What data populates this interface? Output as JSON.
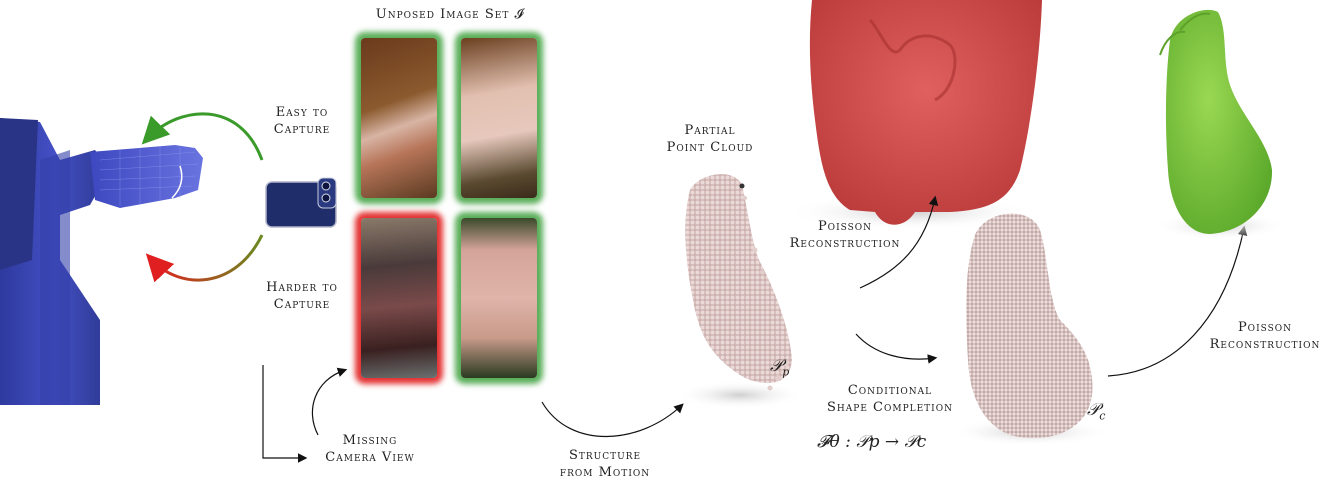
{
  "labels": {
    "image_set_title": "Unposed Image Set 𝓘",
    "easy_to_capture": [
      "Easy to",
      "Capture"
    ],
    "harder_to_capture": [
      "Harder to",
      "Capture"
    ],
    "missing_camera_view": [
      "Missing",
      "Camera View"
    ],
    "partial_point_cloud": [
      "Partial",
      "Point Cloud"
    ],
    "structure_from_motion": [
      "Structure",
      "from Motion"
    ],
    "poisson_reconstruction_top": [
      "Poisson",
      "Reconstruction"
    ],
    "conditional_shape_completion": [
      "Conditional",
      "Shape Completion"
    ],
    "poisson_reconstruction_right": [
      "Poisson",
      "Reconstruction"
    ]
  },
  "math": {
    "partial_cloud_symbol": "𝒫",
    "partial_cloud_sub": "p",
    "completed_cloud_symbol": "𝒫",
    "completed_cloud_sub": "c",
    "mapping": "𝓕θ : 𝒫p → 𝒫c"
  },
  "colors": {
    "easy_arrow": "#3a9a2a",
    "hard_arrow_start": "#e02020",
    "hard_arrow_end": "#6a8a20",
    "body_blue": "#3b46b8",
    "phone_navy": "#1f2d6b",
    "good_glow": "#3ca03c",
    "bad_glow": "#e11e1e",
    "point_cloud": "#d7bfbd",
    "red_mesh": "#d24a4a",
    "green_mesh": "#7cc23a"
  },
  "icons": [
    "phone-icon",
    "foot-model-icon"
  ]
}
